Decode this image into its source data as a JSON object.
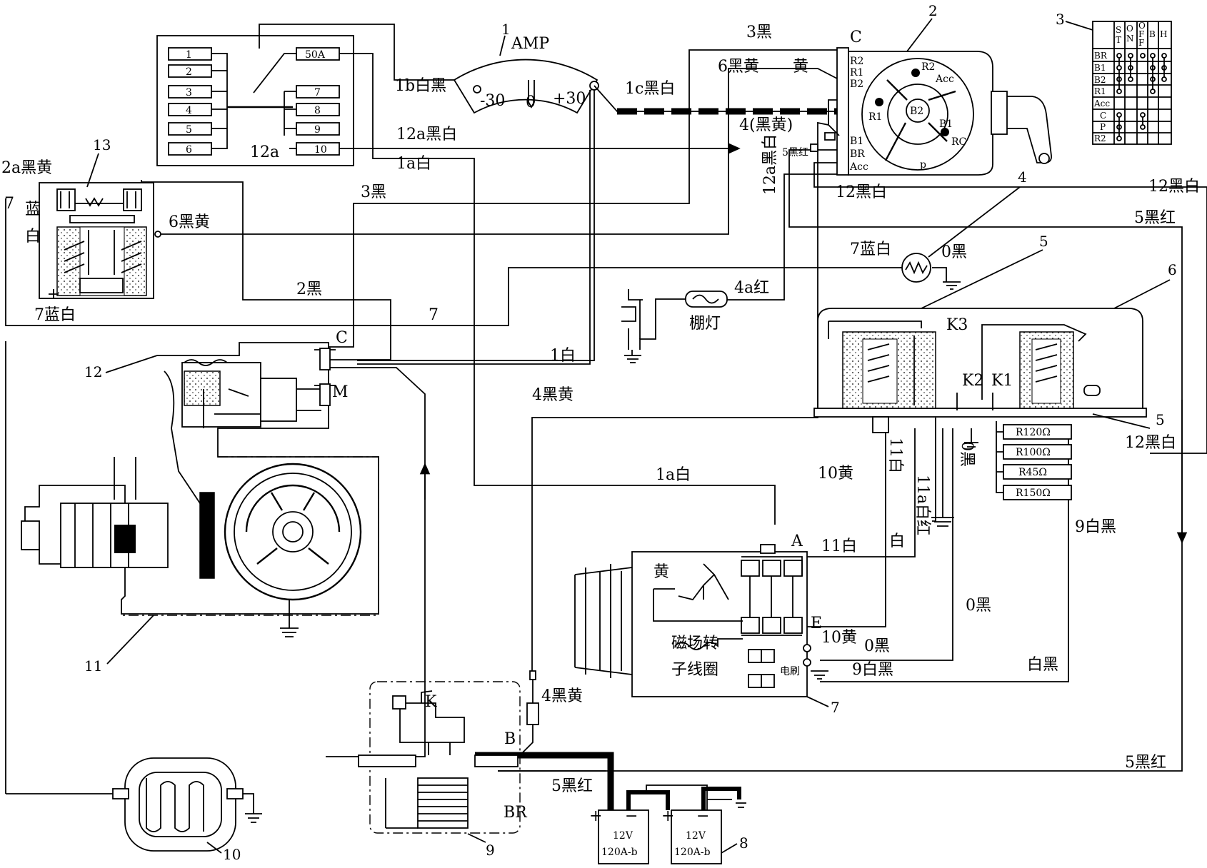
{
  "callouts": {
    "n1": "1",
    "n2": "2",
    "n3": "3",
    "n4": "4",
    "n5a": "5",
    "n5b": "5",
    "n6": "6",
    "n7a": "7",
    "n7b": "7",
    "n8": "8",
    "n9": "9",
    "n10": "10",
    "n11": "11",
    "n12": "12",
    "n13": "13"
  },
  "ammeter": {
    "title": "AMP",
    "minus": "-30",
    "zero": "0",
    "plus": "+30"
  },
  "fuse_box": {
    "left_fuses": [
      "1",
      "2",
      "3",
      "4",
      "5",
      "6"
    ],
    "right_fuses": [
      "50A",
      "7",
      "8",
      "9",
      "10"
    ],
    "tag_12a": "12a"
  },
  "ignition_switch": {
    "terminals_top": [
      "C",
      "R2",
      "R1",
      "B2"
    ],
    "terminals_bottom": [
      "B1",
      "BR",
      "Acc"
    ],
    "dial": {
      "r2": "R2",
      "acc": "Acc",
      "r1": "R1",
      "b2": "B2",
      "b1": "B1",
      "rc": "RC",
      "p": "p"
    }
  },
  "wire_labels": {
    "w3_black_top": "3黑",
    "w6_black_yellow_top": "6黑黄",
    "w_yellow": "黄",
    "w1b": "1b白黑",
    "w1c": "1c黑白",
    "w12a_top": "12a黑白",
    "w4_black_yellow_paren": "4(黑黄)",
    "w5_black_red_sw": "5黑红",
    "w12a_vertical": "12a黑白",
    "w12_black_white_sw": "12黑白",
    "w1a_white_top": "1a白",
    "w3_black_mid": "3黑",
    "w12_black_white_right": "12黑白",
    "w5_black_red_right": "5黑红",
    "w2a": "2a黑黄",
    "w7_left": "7",
    "w_blue_white_vert": "蓝白",
    "w6_black_yellow_mid": "6黑黄",
    "w7_blue_white_sensor": "7蓝白",
    "w0_black_sensor": "0黑",
    "w4a_red": "4a红",
    "shed_lamp": "棚灯",
    "w2_black": "2黑",
    "w7_blue_white_bottom": "7蓝白",
    "w7_mid": "7",
    "w1_white": "1白",
    "w4_black_yellow_mid": "4黑黄",
    "w11_white_vert": "11白",
    "w11a_white_red": "11a白红",
    "w0_black_vert": "0黑",
    "w10_yellow": "10黄",
    "w1a_white_bottom": "1a白",
    "w11_white": "11白",
    "w_white": "白",
    "w9_white_black_right": "9白黑",
    "w0_black_right": "0黑",
    "w_yellow_alt": "黄",
    "w10_yellow_alt": "10黄",
    "w0_black_alt": "0黑",
    "w9_white_black_alt": "9白黑",
    "w_white_black": "白黑",
    "w12_black_white_reg": "12黑白",
    "w4_black_yellow_bottom": "4黑黄",
    "w5_black_red_bottom": "5黑红",
    "w5_black_red_far": "5黑红"
  },
  "starter_relay": {
    "c": "C",
    "m": "M"
  },
  "alternator": {
    "a": "A",
    "e": "E",
    "rotor_coil_1": "磁场转",
    "rotor_coil_2": "子线圈",
    "brush": "电刷"
  },
  "regulator": {
    "k1": "K1",
    "k2": "K2",
    "k3": "K3",
    "resistors": [
      "R120Ω",
      "R100Ω",
      "R45Ω",
      "R150Ω"
    ]
  },
  "battery_relay": {
    "k": "K",
    "b": "B",
    "br": "BR"
  },
  "batteries": [
    {
      "plus": "+",
      "minus": "−",
      "voltage": "12V",
      "capacity": "120A-b"
    },
    {
      "plus": "+",
      "minus": "−",
      "voltage": "12V",
      "capacity": "120A-b"
    }
  ],
  "switch_table": {
    "col_heads": [
      "S\nT",
      "O\nN",
      "O\nF\nF",
      "B",
      "H"
    ],
    "rows": [
      "BR",
      "B1",
      "B2",
      "R1",
      "Acc",
      "C",
      "P",
      "R2"
    ]
  }
}
